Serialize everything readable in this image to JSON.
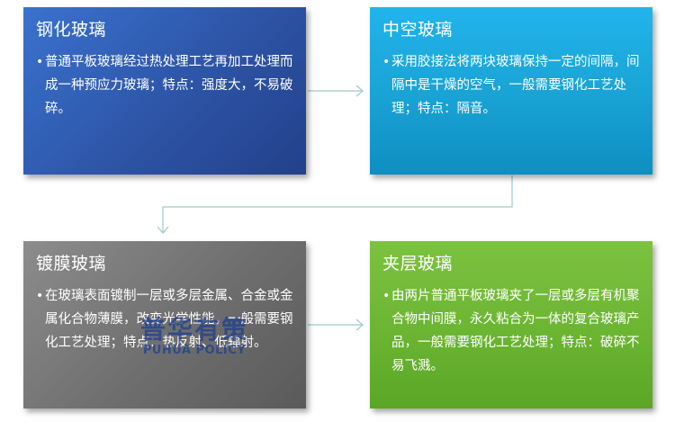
{
  "cards": [
    {
      "title": "钢化玻璃",
      "bullet": "•",
      "text": "普通平板玻璃经过热处理工艺再加工处理而成一种预应力玻璃；特点：强度大，不易破碎。"
    },
    {
      "title": "中空玻璃",
      "bullet": "•",
      "text": "采用胶接法将两块玻璃保持一定的间隔，间隔中是干燥的空气，一般需要钢化工艺处理；特点：隔音。"
    },
    {
      "title": "镀膜玻璃",
      "bullet": "•",
      "text": "在玻璃表面镀制一层或多层金属、合金或金属化合物薄膜，改变光学性能，一般需要钢化工艺处理；特点：热反射、低辐射。"
    },
    {
      "title": "夹层玻璃",
      "bullet": "•",
      "text": "由两片普通平板玻璃夹了一层或多层有机聚合物中间膜，永久粘合为一体的复合玻璃产品，一般需要钢化工艺处理；特点：破碎不易飞溅。"
    }
  ],
  "watermark": {
    "cn": "普华有策",
    "en": "PUHUA POLICY"
  },
  "colors": {
    "connector": "#9fc9c9"
  }
}
